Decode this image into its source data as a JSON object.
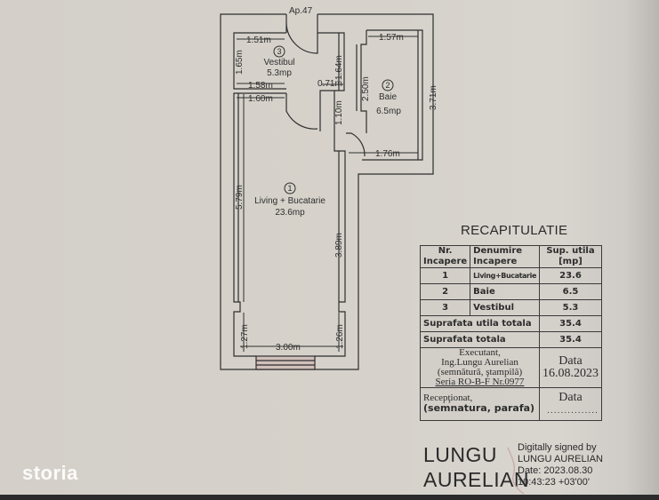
{
  "plan": {
    "apartment_label": "Ap.47",
    "rooms": [
      {
        "number": "1",
        "name": "Living + Bucatarie",
        "area": "23.6mp"
      },
      {
        "number": "2",
        "name": "Baie",
        "area": "6.5mp"
      },
      {
        "number": "3",
        "name": "Vestibul",
        "area": "5.3mp"
      }
    ],
    "dimensions": {
      "vestibul_width_top": "1.51m",
      "vestibul_height_left": "1.65m",
      "vestibul_height_right": "1.64m",
      "vestibul_width_bottom": "1.58m",
      "passage_width": "0.71m",
      "living_width_top": "1.60m",
      "door_height": "1.10m",
      "baie_width_top": "1.57m",
      "baie_height_left": "2.50m",
      "baie_height_right": "3.71m",
      "baie_width_bottom": "1.76m",
      "living_height_left": "5.79m",
      "living_height_right": "3.89m",
      "living_width_bottom": "3.00m",
      "window_wall_left": "1.27m",
      "window_wall_right": "1.26m"
    }
  },
  "recap": {
    "title": "RECAPITULATIE",
    "headers": {
      "nr_line1": "Nr.",
      "nr_line2": "Incapere",
      "name_line1": "Denumire",
      "name_line2": "Incapere",
      "area_line1": "Sup. utila",
      "area_line2": "[mp]"
    },
    "rows": [
      {
        "nr": "1",
        "name": "Living+Bucatarie",
        "area": "23.6"
      },
      {
        "nr": "2",
        "name": "Baie",
        "area": "6.5"
      },
      {
        "nr": "3",
        "name": "Vestibul",
        "area": "5.3"
      }
    ],
    "useful_total_label": "Suprafata utila totala",
    "useful_total_value": "35.4",
    "total_label": "Suprafata totala",
    "total_value": "35.4",
    "executant": {
      "line1": "Executant,",
      "line2": "Ing.Lungu Aurelian",
      "line3": "(semnătură, ştampilă)",
      "line4": "Seria RO-B-F Nr.0977",
      "date_label": "Data",
      "date_value": "16.08.2023"
    },
    "receptionat": {
      "line1": "Recepţionat,",
      "line2": "(semnatura, parafa)",
      "date_label": "Data",
      "date_dots": "..............."
    }
  },
  "signature": {
    "name_line1": "LUNGU",
    "name_line2": "AURELIAN",
    "info_line1": "Digitally signed by",
    "info_line2": "LUNGU AURELIAN",
    "info_line3": "Date: 2023.08.30",
    "info_line4": "10:43:23 +03'00'"
  },
  "watermark": {
    "brand": "storia"
  },
  "colors": {
    "paper": "#d5d1ca",
    "ink": "#2a2a2a",
    "window": "#c9a8a6",
    "watermark": "#ffffff"
  }
}
